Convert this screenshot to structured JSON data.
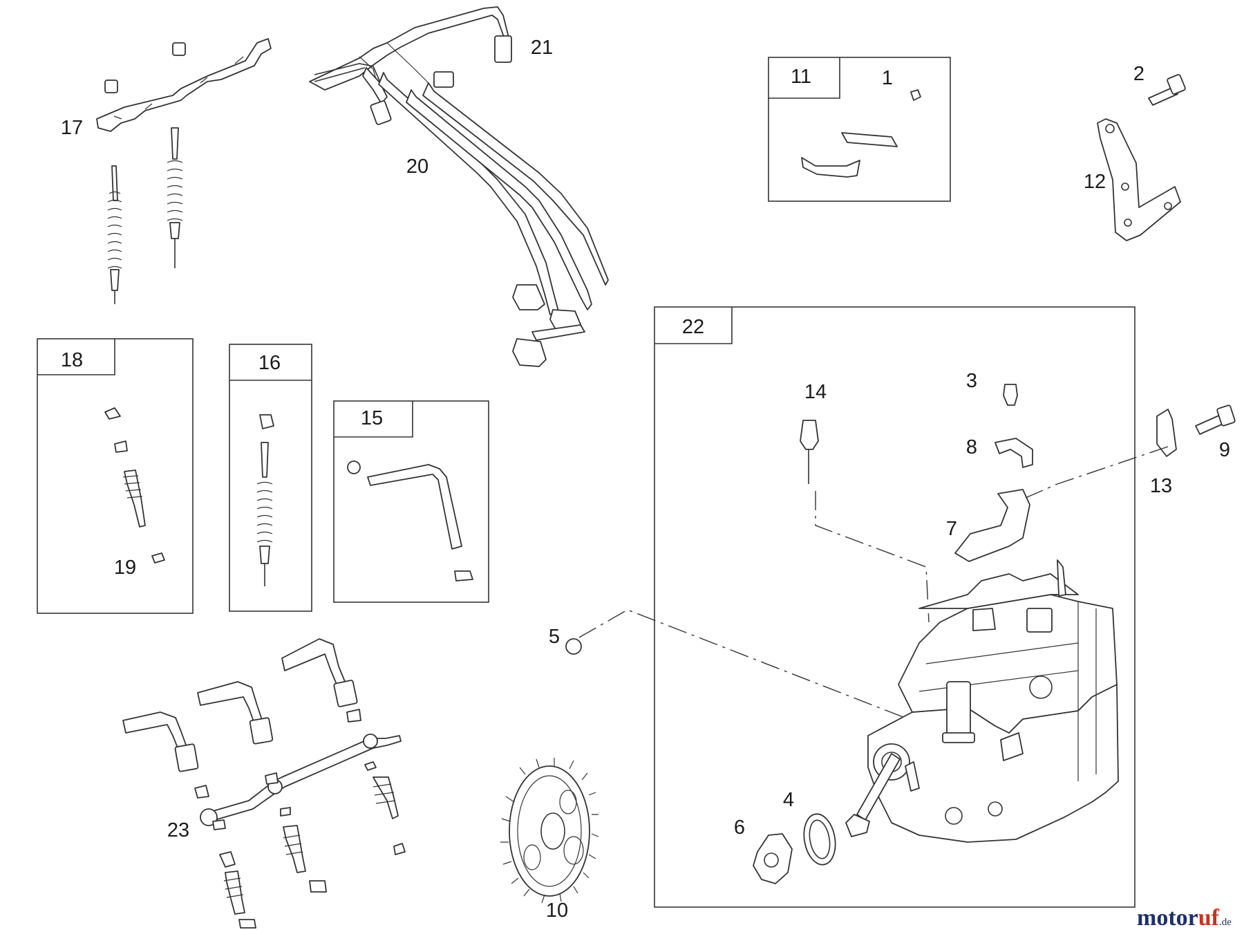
{
  "callouts": {
    "c1": "1",
    "c2": "2",
    "c3": "3",
    "c4": "4",
    "c5": "5",
    "c6": "6",
    "c7": "7",
    "c8": "8",
    "c9": "9",
    "c10": "10",
    "c11": "11",
    "c12": "12",
    "c13": "13",
    "c14": "14",
    "c15": "15",
    "c16": "16",
    "c17": "17",
    "c18": "18",
    "c19": "19",
    "c20": "20",
    "c21": "21",
    "c22": "22",
    "c23": "23"
  },
  "watermark": {
    "part1": "motor",
    "part2": "uf",
    "suffix": ".de"
  },
  "colors": {
    "ink": "#333333",
    "brand_blue": "#1f2f6b",
    "brand_red": "#c8331e"
  }
}
